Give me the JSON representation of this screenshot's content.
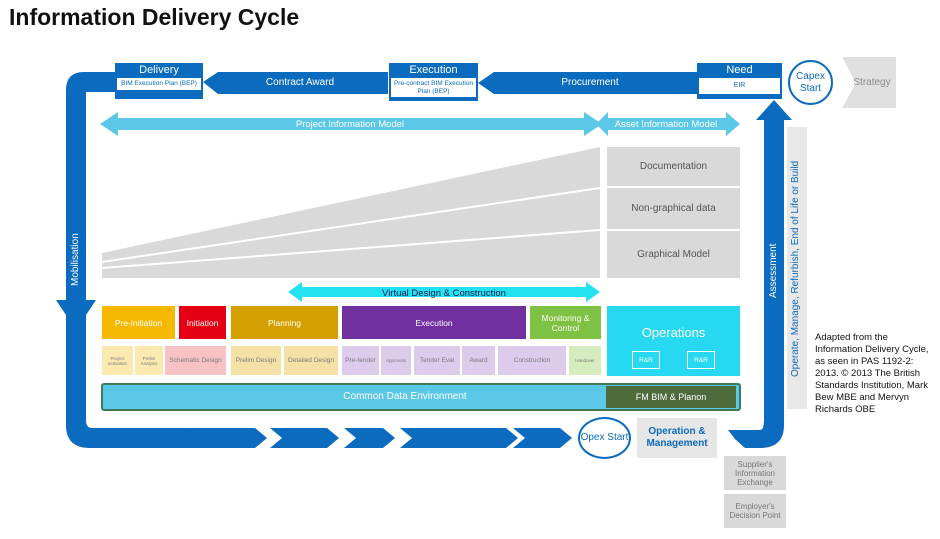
{
  "title": "Information Delivery Cycle",
  "top_boxes": {
    "delivery": {
      "label": "Delivery",
      "sub": "BIM Execution Plan (BEP)"
    },
    "execution": {
      "label": "Execution",
      "sub": "Pre-contract BIM Execution Plan (BEP)"
    },
    "need": {
      "label": "Need",
      "sub": "EIR"
    }
  },
  "arrows": {
    "contract_award": "Contract Award",
    "procurement": "Procurement",
    "mobilisation": "Mobilisation",
    "assessment": "Assessment"
  },
  "capex_start": "Capex Start",
  "opex_start": "Opex Start",
  "strategy": "Strategy",
  "models": {
    "pim": "Project Information Model",
    "aim": "Asset Information Model",
    "documentation": "Documentation",
    "non_graphical": "Non-graphical data",
    "graphical": "Graphical Model"
  },
  "vdc": "Virtual Design & Construction",
  "phases": {
    "pre_initiation": "Pre-initiation",
    "initiation": "Initiation",
    "planning": "Planning",
    "execution": "Execution",
    "monitoring": "Monitoring & Control",
    "operations": "Operations"
  },
  "tasks": {
    "project_activation": "Project activation",
    "prelim_analysis": "Prelim Analysis",
    "schematic_design": "Schematic Design",
    "prelim_design": "Prelim Design",
    "detailed_design": "Detailed Design",
    "pre_tender": "Pre-tender",
    "approvals": "Approvals",
    "tender_eval": "Tender Eval",
    "award": "Award",
    "construction": "Construction",
    "handover": "Handover",
    "rr1": "R&R",
    "rr2": "R&R"
  },
  "cde": "Common Data Environment",
  "fm": "FM BIM & Planon",
  "op_mgmt": "Operation & Management",
  "side_vertical": "Operate, Manage, Refurbish, End of Life or Build",
  "legend": {
    "supplier": "Supplier's Information Exchange",
    "employer": "Employer's Decision Point"
  },
  "note": "Adapted from the Information Delivery Cycle, as seen in PAS 1192-2: 2013. © 2013 The British Standards Institution, Mark Bew MBE and Mervyn Richards OBE",
  "colors": {
    "blue": "#0a6bbf",
    "light_blue": "#5bc8e8",
    "cyan": "#22e2f2",
    "ops": "#26d8f0",
    "pre_initiation": "#f6b800",
    "initiation": "#e40012",
    "planning": "#d4a000",
    "execution": "#7030a0",
    "monitoring": "#7fc142",
    "fm": "#4e6b3c"
  }
}
